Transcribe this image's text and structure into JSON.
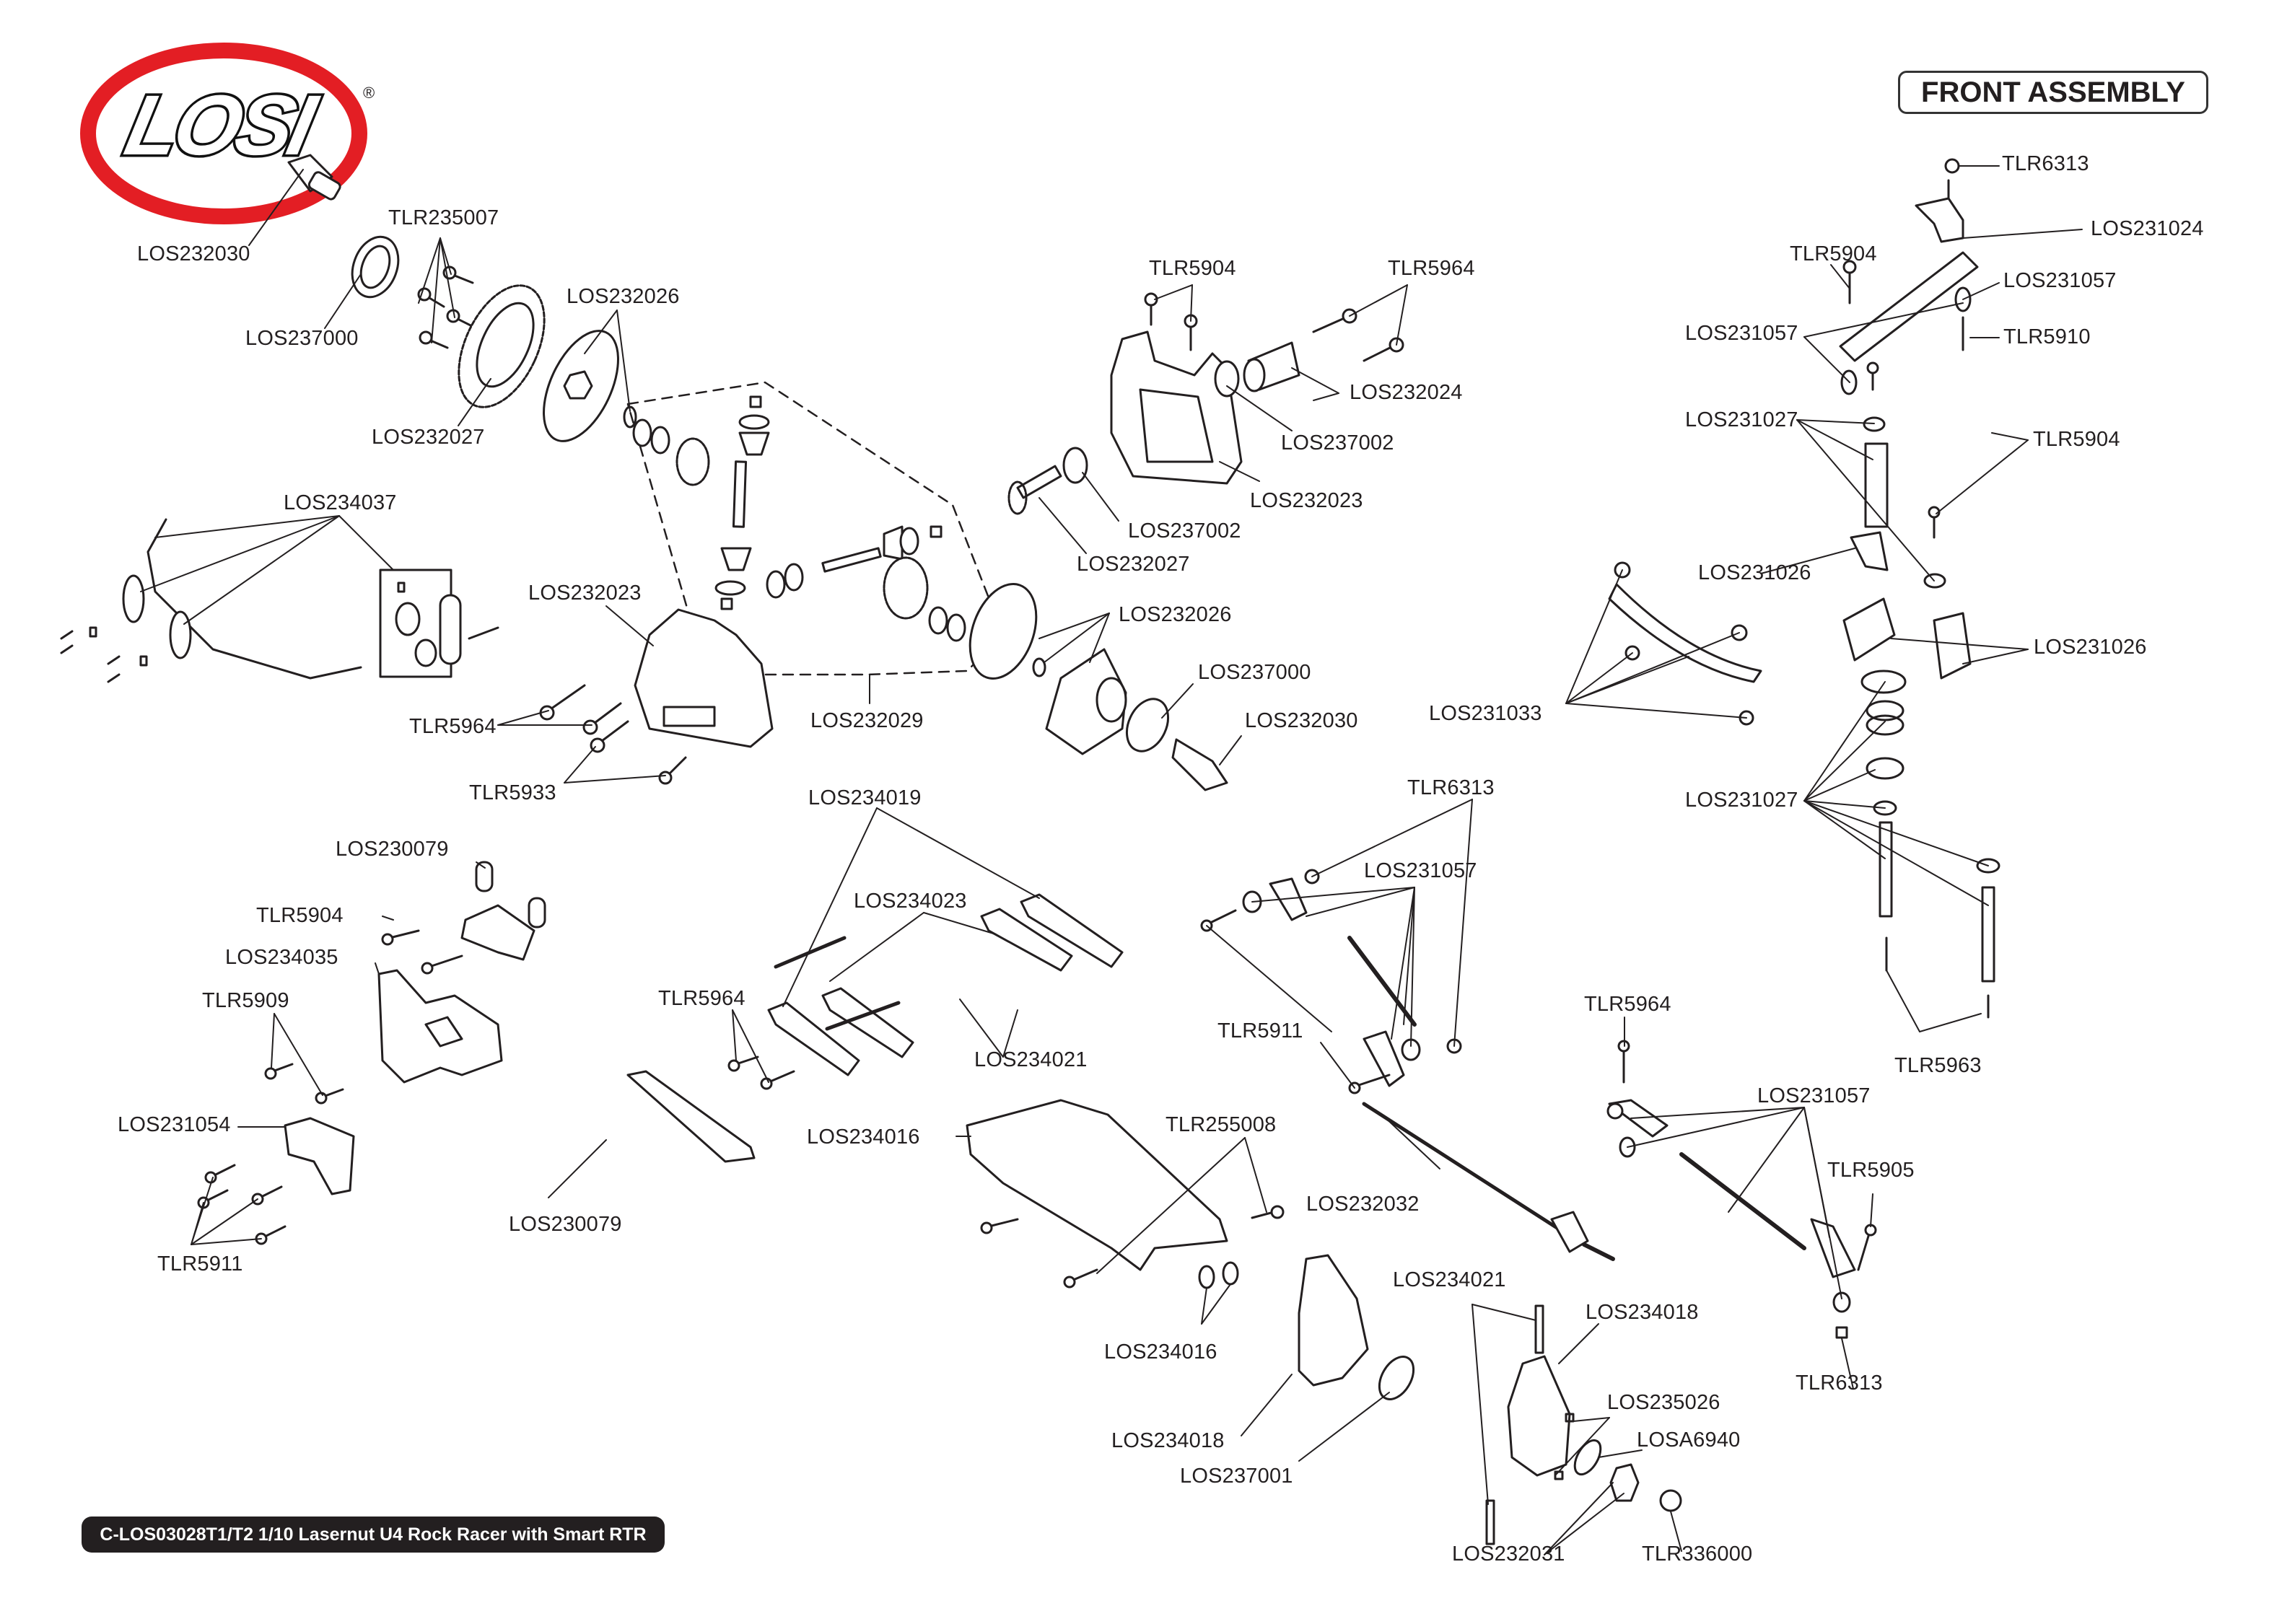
{
  "brand": {
    "name": "LOSI",
    "registered_mark": "®",
    "colors": {
      "ring": "#e31e24",
      "text": "#231f20"
    }
  },
  "header": {
    "title": "FRONT ASSEMBLY"
  },
  "footer": {
    "caption": "C-LOS03028T1/T2 1/10 Lasernut U4 Rock Racer with Smart RTR"
  },
  "callouts": {
    "c01": "LOS232030",
    "c02": "TLR235007",
    "c03": "LOS237000",
    "c04": "LOS232026",
    "c05": "LOS232027",
    "c06": "LOS234037",
    "c07": "LOS232023",
    "c08": "TLR5964",
    "c09": "TLR5933",
    "c10": "LOS232029",
    "c11": "LOS232026",
    "c12": "LOS237000",
    "c13": "LOS232030",
    "c14": "TLR5904",
    "c15": "TLR5964",
    "c16": "LOS232024",
    "c17": "LOS237002",
    "c18": "LOS232023",
    "c19": "LOS237002",
    "c20": "LOS232027",
    "c21": "TLR6313",
    "c22": "LOS231024",
    "c23": "TLR5904",
    "c24": "LOS231057",
    "c25": "LOS231057",
    "c26": "TLR5910",
    "c27": "LOS231027",
    "c28": "TLR5904",
    "c29": "LOS231026",
    "c30": "LOS231026",
    "c31": "LOS231033",
    "c32": "LOS231027",
    "c33": "TLR5963",
    "c34": "LOS230079",
    "c35": "TLR5904",
    "c36": "LOS234035",
    "c37": "TLR5909",
    "c38": "LOS231054",
    "c39": "TLR5911",
    "c40": "LOS234019",
    "c41": "LOS234023",
    "c42": "TLR5964",
    "c43": "LOS234021",
    "c44": "LOS230079",
    "c45": "LOS234016",
    "c46": "TLR255008",
    "c47": "LOS234016",
    "c48": "TLR6313",
    "c49": "LOS231057",
    "c50": "TLR5911",
    "c51": "TLR5964",
    "c52": "LOS232032",
    "c53": "LOS231057",
    "c54": "TLR5905",
    "c55": "TLR6313",
    "c56": "LOS234021",
    "c57": "LOS234018",
    "c58": "LOS234018",
    "c59": "LOS237001",
    "c60": "LOS235026",
    "c61": "LOSA6940",
    "c62": "LOS232031",
    "c63": "TLR336000"
  }
}
